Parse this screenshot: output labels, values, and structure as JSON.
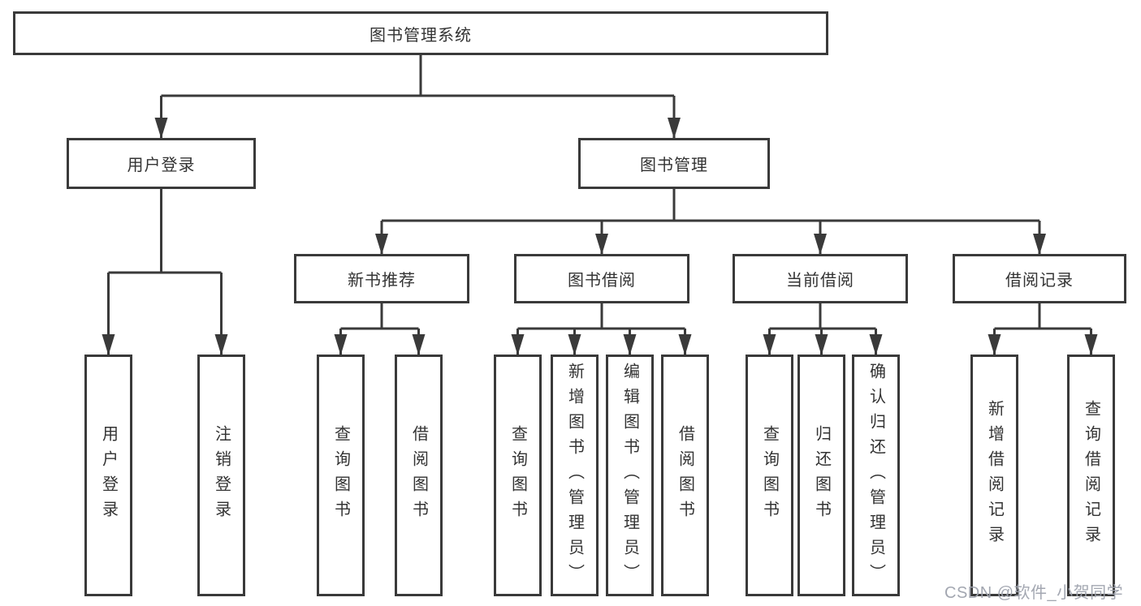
{
  "nodes": {
    "root": "图书管理系统",
    "user_login": "用户登录",
    "book_management": "图书管理",
    "new_book_recommend": "新书推荐",
    "book_borrowing": "图书借阅",
    "current_borrowing": "当前借阅",
    "borrowing_records": "借阅记录",
    "leaf_user_login": "用户登录",
    "leaf_logout_login": "注销登录",
    "leaf_nbr_query_books": "查询图书",
    "leaf_nbr_borrow_books": "借阅图书",
    "leaf_bb_query_books": "查询图书",
    "leaf_bb_add_books_admin": "新增图书（管理员）",
    "leaf_bb_edit_books_admin": "编辑图书（管理员）",
    "leaf_bb_borrow_books": "借阅图书",
    "leaf_cb_query_books": "查询图书",
    "leaf_cb_return_books": "归还图书",
    "leaf_cb_confirm_return_admin": "确认归还（管理员）",
    "leaf_br_add_record": "新增借阅记录",
    "leaf_br_query_record": "查询借阅记录"
  },
  "hierarchy": {
    "图书管理系统": [
      "用户登录",
      "图书管理"
    ],
    "用户登录": [
      "用户登录",
      "注销登录"
    ],
    "图书管理": [
      "新书推荐",
      "图书借阅",
      "当前借阅",
      "借阅记录"
    ],
    "新书推荐": [
      "查询图书",
      "借阅图书"
    ],
    "图书借阅": [
      "查询图书",
      "新增图书（管理员）",
      "编辑图书（管理员）",
      "借阅图书"
    ],
    "当前借阅": [
      "查询图书",
      "归还图书",
      "确认归还（管理员）"
    ],
    "借阅记录": [
      "新增借阅记录",
      "查询借阅记录"
    ]
  },
  "watermark": "CSDN @软件_小贺同学",
  "colors": {
    "line": "#3a3a3a",
    "text": "#333333",
    "watermark": "#9ea2ad",
    "background": "#ffffff"
  }
}
